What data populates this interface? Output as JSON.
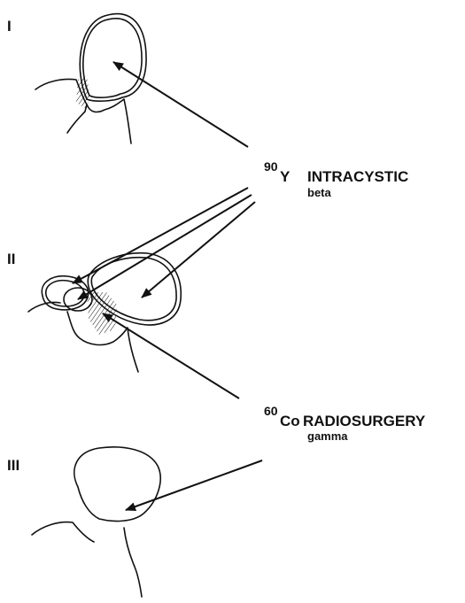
{
  "panels": [
    {
      "numeral": "I"
    },
    {
      "numeral": "II"
    },
    {
      "numeral": "III"
    }
  ],
  "sources": [
    {
      "isotope": "90",
      "symbol": "Y",
      "method": "INTRACYSTIC",
      "radiation": "beta"
    },
    {
      "isotope": "60",
      "symbol": "Co",
      "method": "RADIOSURGERY",
      "radiation": "gamma"
    }
  ]
}
